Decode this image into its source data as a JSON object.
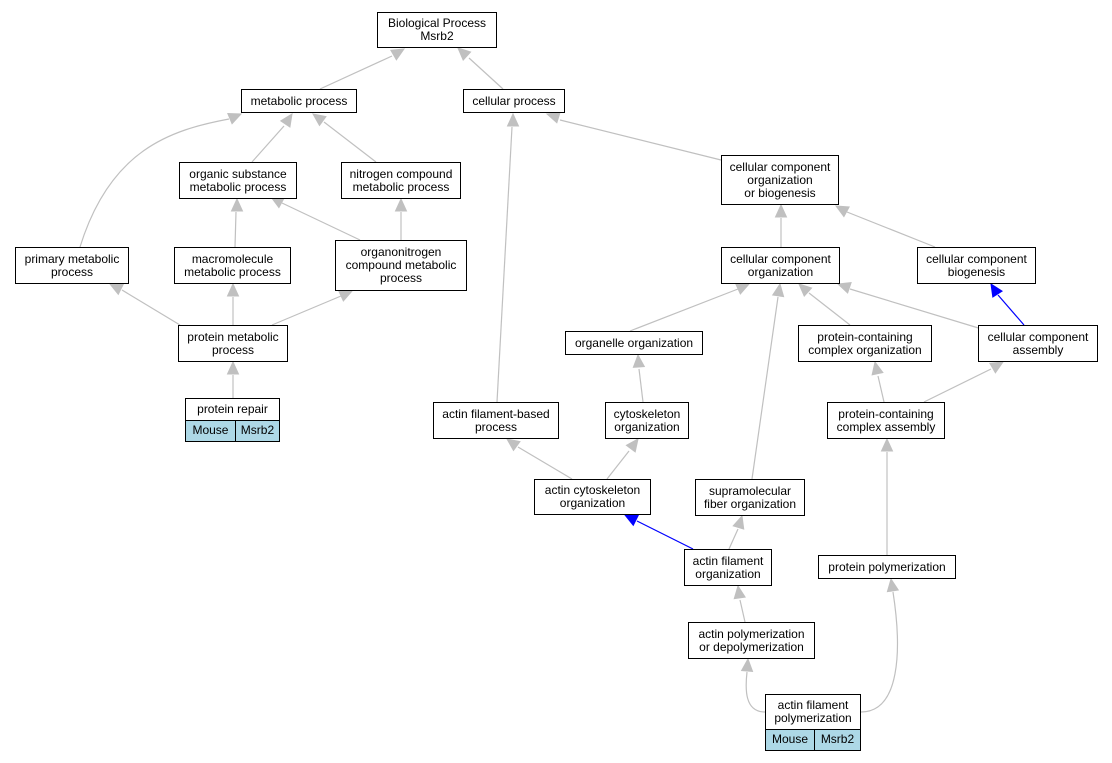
{
  "nodes": {
    "bp": "Biological Process\nMsrb2",
    "metabolic": "metabolic process",
    "cellular": "cellular process",
    "organic": "organic substance\nmetabolic process",
    "nitrogen": "nitrogen compound\nmetabolic process",
    "ccob": "cellular component\norganization\nor biogenesis",
    "primary": "primary metabolic\nprocess",
    "macromolecule": "macromolecule\nmetabolic process",
    "organonitrogen": "organonitrogen\ncompound metabolic\nprocess",
    "cco": "cellular component\norganization",
    "ccb": "cellular component\nbiogenesis",
    "protein_metabolic": "protein metabolic\nprocess",
    "organelle": "organelle organization",
    "pco": "protein-containing\ncomplex organization",
    "cca": "cellular component\nassembly",
    "protein_repair": "protein repair",
    "afbp": "actin filament-based\nprocess",
    "cytoskeleton": "cytoskeleton\norganization",
    "pca": "protein-containing\ncomplex assembly",
    "aco": "actin cytoskeleton\norganization",
    "sfo": "supramolecular\nfiber organization",
    "afo": "actin filament\norganization",
    "ppoly": "protein polymerization",
    "apd": "actin polymerization\nor depolymerization",
    "afp": "actin filament\npolymerization"
  },
  "annotations": {
    "protein_repair": [
      "Mouse",
      "Msrb2"
    ],
    "afp": [
      "Mouse",
      "Msrb2"
    ]
  },
  "colors": {
    "edge": "#c0c0c0",
    "highlight_edge": "#0000ff",
    "annotation_fill": "#add8e6"
  }
}
